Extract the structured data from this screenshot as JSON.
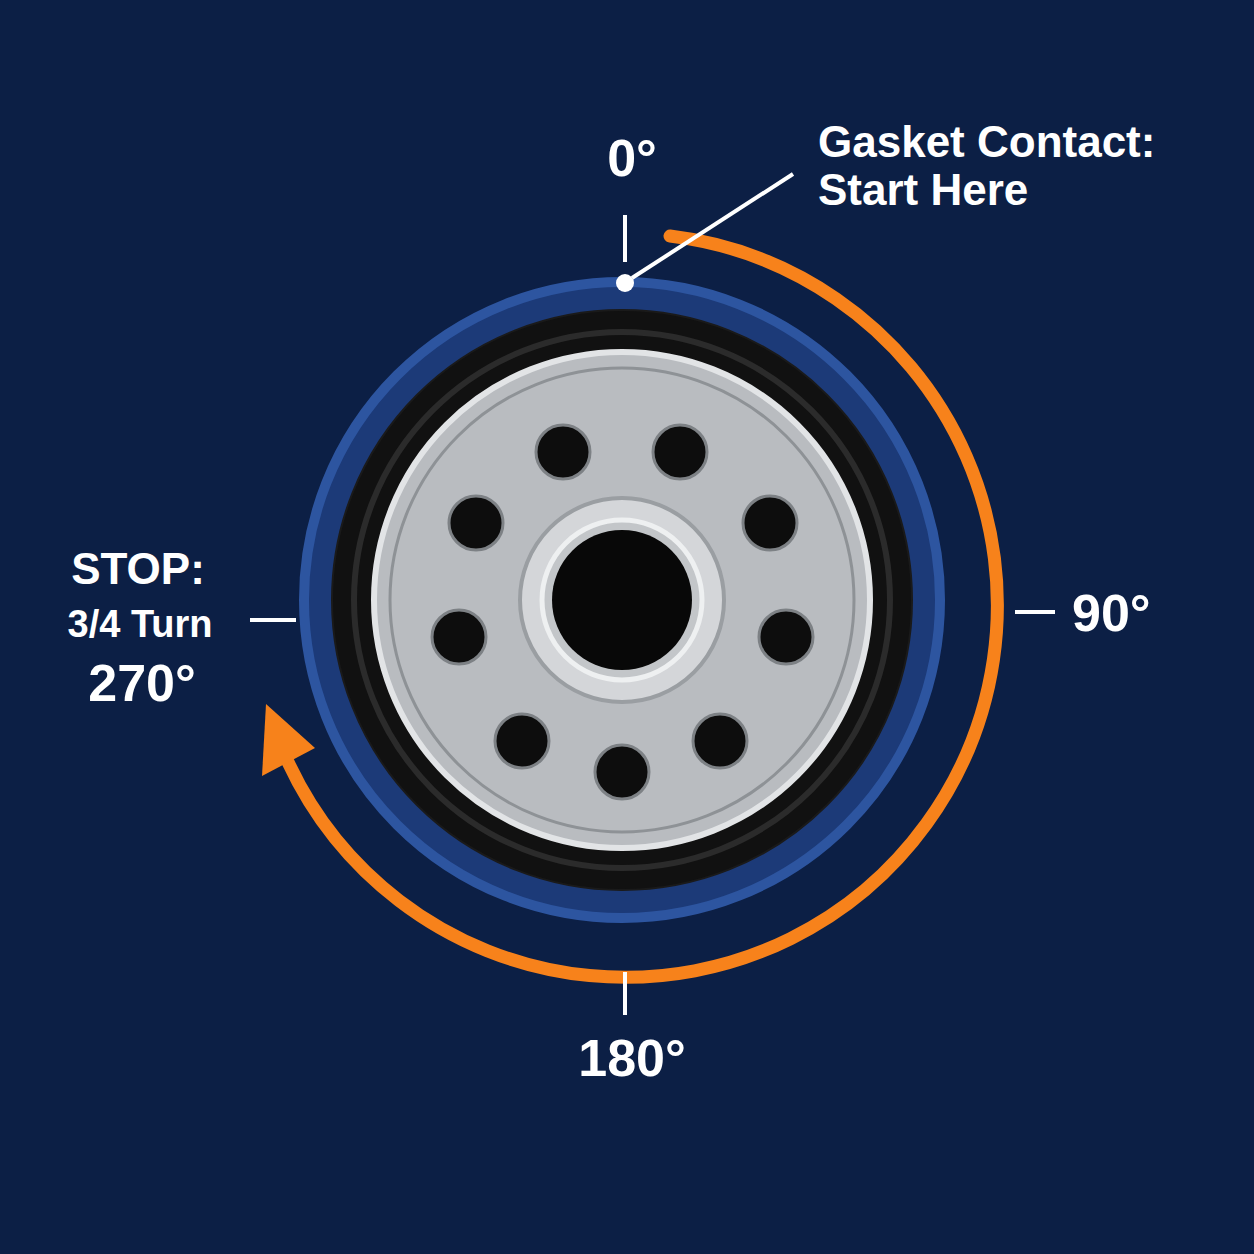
{
  "diagram": {
    "labels": [
      "0°",
      "Gasket Contact: Start Here",
      "90°",
      "180°",
      "STOP:",
      "3/4 Turn",
      "270°"
    ]
  }
}
